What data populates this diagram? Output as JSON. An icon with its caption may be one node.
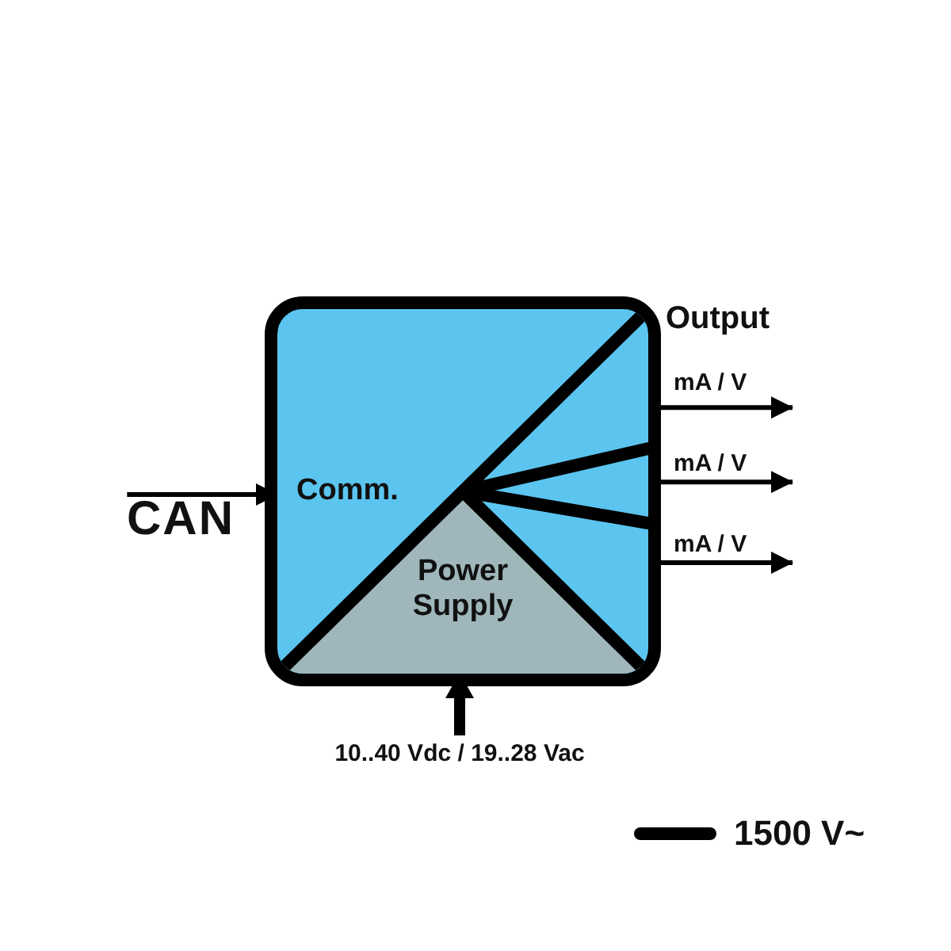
{
  "diagram": {
    "nodes": [
      {
        "text": [],
        "shape": "box"
      },
      {
        "text": [
          "Comm."
        ],
        "in": 0
      },
      {
        "text": [
          "Power Supply"
        ],
        "in": 0
      },
      {
        "text": [
          "CAN"
        ]
      },
      {
        "text": [
          "10..40 Vdc / 19..28 Vac"
        ]
      }
    ],
    "edges": [
      {
        "from": 3,
        "to": 1,
        "arrow": "to"
      },
      {
        "from": 4,
        "to": 2,
        "arrow": "to",
        "style": "thick"
      },
      {
        "from": 0,
        "to": null,
        "arrow": "to",
        "label": "mA / V"
      },
      {
        "from": 0,
        "to": null,
        "arrow": "to",
        "label": "mA / V"
      },
      {
        "from": 0,
        "to": null,
        "arrow": "to",
        "label": "mA / V"
      }
    ],
    "labels": [
      "Output"
    ],
    "legend": [
      {
        "text": "1500 V~"
      }
    ]
  }
}
